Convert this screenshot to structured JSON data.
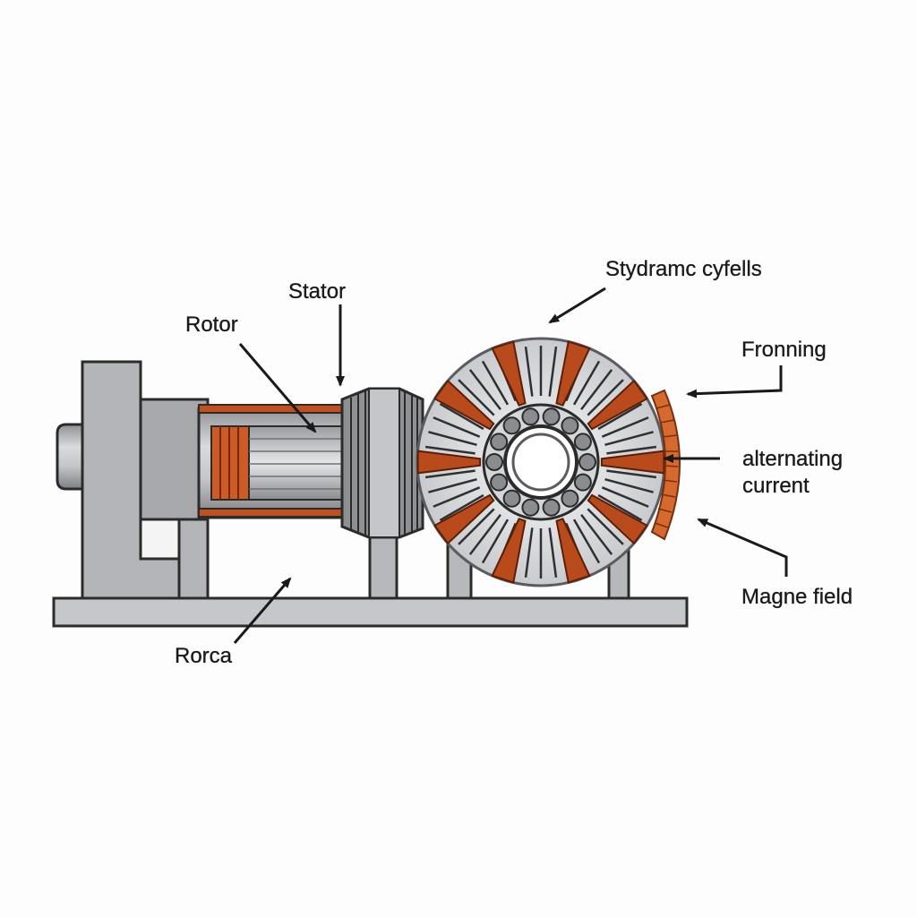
{
  "diagram": {
    "labels": {
      "stator": "Stator",
      "rotor": "Rotor",
      "stydramc_cyfells": "Stydramc cyfells",
      "fronning": "Fronning",
      "alternating_current_line1": "alternating",
      "alternating_current_line2": "current",
      "magne_field": "Magne field",
      "rorca": "Rorca"
    },
    "colors": {
      "background": "#fdfdfd",
      "metal_light": "#d0d1d4",
      "metal_mid": "#a9abaf",
      "metal_dark": "#6e7074",
      "copper": "#b84a1c",
      "copper_light": "#e0743a",
      "outline": "#2b2b2b"
    }
  }
}
